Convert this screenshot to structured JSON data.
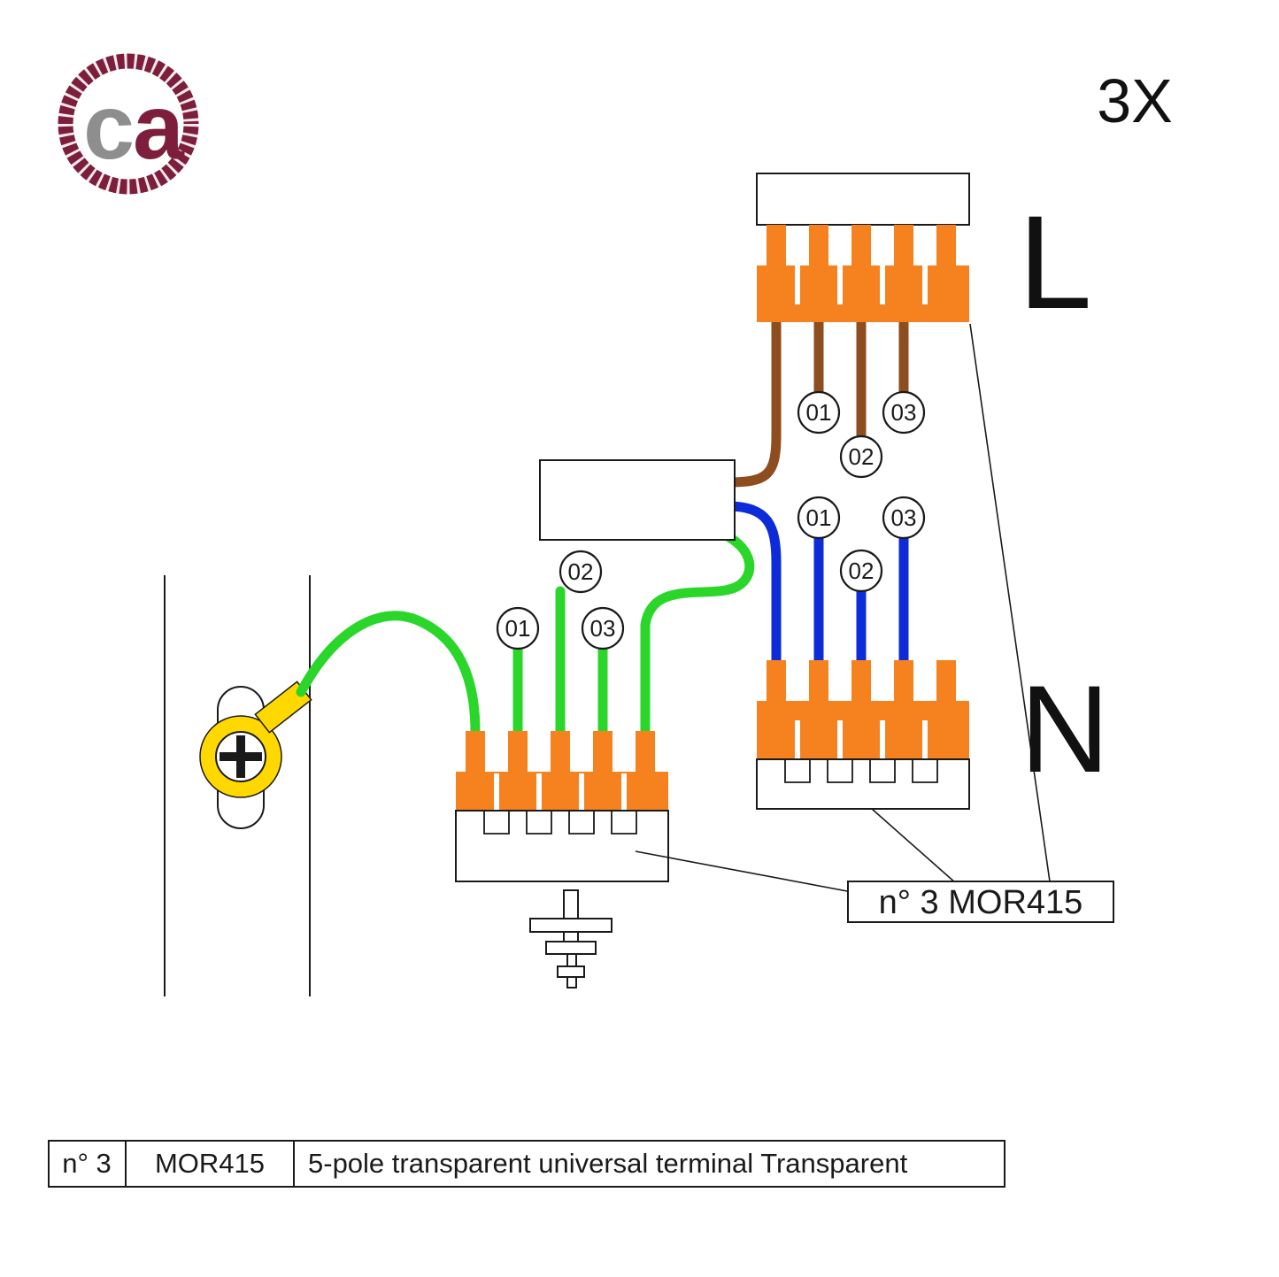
{
  "brand": {
    "letter_c": "c",
    "letter_a": "a"
  },
  "quantity_label": "3X",
  "terminals": {
    "live_label": "L",
    "neutral_label": "N",
    "callout_label": "n° 3 MOR415"
  },
  "wire_badges": {
    "b01": "01",
    "b02": "02",
    "b03": "03"
  },
  "legend_table": {
    "quantity": "n° 3",
    "code": "MOR415",
    "description": "5-pole transparent universal terminal Transparent"
  },
  "colors": {
    "orange": "#F5811F",
    "brown": "#8E4D1E",
    "blue": "#0D2BD8",
    "green": "#2BD62B",
    "yellow": "#FFD800",
    "brand_maroon": "#7D1F3C",
    "brand_gray": "#8E8E8E",
    "ink": "#1A1A1A"
  }
}
